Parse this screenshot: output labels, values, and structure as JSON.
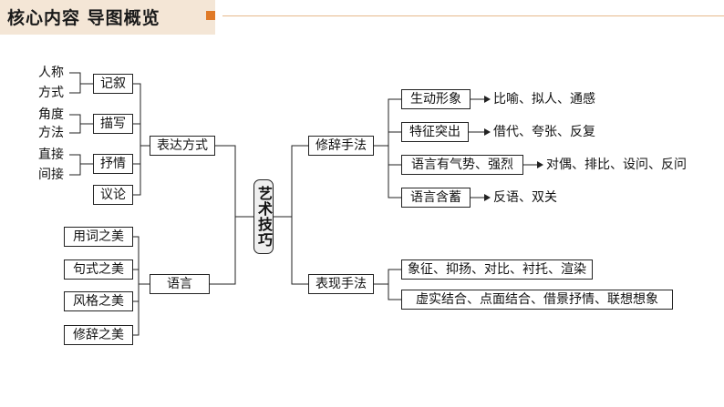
{
  "header": {
    "title": "核心内容  导图概览",
    "accent_color": "#e07a28",
    "band_color": "#f4e6d6"
  },
  "center": {
    "label": "艺术技巧"
  },
  "left": {
    "expression": {
      "label": "表达方式",
      "items": [
        {
          "label": "记叙",
          "sub": [
            "人称",
            "方式"
          ]
        },
        {
          "label": "描写",
          "sub": [
            "角度",
            "方法"
          ]
        },
        {
          "label": "抒情",
          "sub": [
            "直接",
            "间接"
          ]
        },
        {
          "label": "议论",
          "sub": []
        }
      ]
    },
    "language": {
      "label": "语言",
      "items": [
        "用词之美",
        "句式之美",
        "风格之美",
        "修辞之美"
      ]
    }
  },
  "right": {
    "rhetoric": {
      "label": "修辞手法",
      "items": [
        {
          "label": "生动形象",
          "detail": "比喻、拟人、通感"
        },
        {
          "label": "特征突出",
          "detail": "借代、夸张、反复"
        },
        {
          "label": "语言有气势、强烈",
          "detail": "对偶、排比、设问、反问"
        },
        {
          "label": "语言含蓄",
          "detail": "反语、双关"
        }
      ]
    },
    "presentation": {
      "label": "表现手法",
      "items": [
        "象征、抑扬、对比、衬托、渲染",
        "虚实结合、点面结合、借景抒情、联想想象"
      ]
    }
  }
}
